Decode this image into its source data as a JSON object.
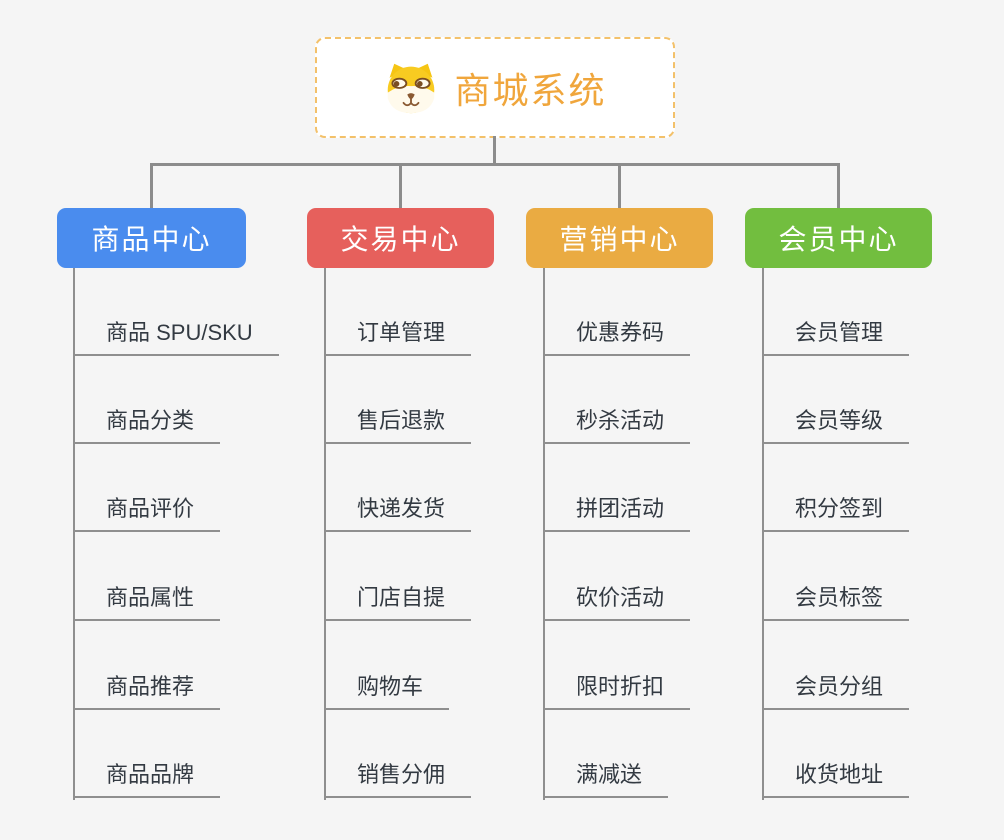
{
  "background_color": "#f5f5f5",
  "connector_color": "#8c8c8c",
  "leaf_line_color": "#8f8f8f",
  "root": {
    "title": "商城系统",
    "icon": "dog-face-icon",
    "text_color": "#f0a63c",
    "border_color": "#f3c16a",
    "fill_color": "#ffffff"
  },
  "branches": [
    {
      "id": "product-center",
      "label": "商品中心",
      "color": "#4a8cee",
      "children": [
        "商品 SPU/SKU",
        "商品分类",
        "商品评价",
        "商品属性",
        "商品推荐",
        "商品品牌"
      ]
    },
    {
      "id": "trade-center",
      "label": "交易中心",
      "color": "#e6605c",
      "children": [
        "订单管理",
        "售后退款",
        "快递发货",
        "门店自提",
        "购物车",
        "销售分佣"
      ]
    },
    {
      "id": "marketing-center",
      "label": "营销中心",
      "color": "#eaab42",
      "children": [
        "优惠券码",
        "秒杀活动",
        "拼团活动",
        "砍价活动",
        "限时折扣",
        "满减送"
      ]
    },
    {
      "id": "member-center",
      "label": "会员中心",
      "color": "#72be3f",
      "children": [
        "会员管理",
        "会员等级",
        "积分签到",
        "会员标签",
        "会员分组",
        "收货地址"
      ]
    }
  ]
}
